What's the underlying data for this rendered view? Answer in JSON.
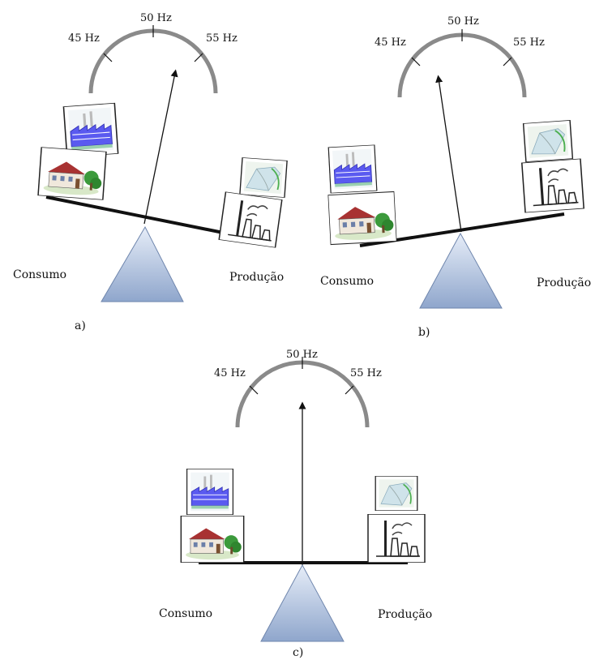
{
  "scale_labels": {
    "low": "45 Hz",
    "mid": "50 Hz",
    "high": "55 Hz"
  },
  "consumption_label": "Consumo",
  "production_label": "Produção",
  "panel_labels": {
    "a": "a)",
    "b": "b)",
    "c": "c)"
  },
  "icons": {
    "consumption": [
      "factory-icon",
      "house-icon"
    ],
    "production": [
      "wind-turbine-icon",
      "power-plant-icon"
    ]
  },
  "colors": {
    "fulcrum_fill_top": "#e6edf8",
    "fulcrum_fill_bottom": "#8fa6cc",
    "arc": "#8a8a8a",
    "beam": "#111111",
    "factory": "#5a5af0",
    "house_roof": "#a83232",
    "tree": "#3c9a3c"
  }
}
